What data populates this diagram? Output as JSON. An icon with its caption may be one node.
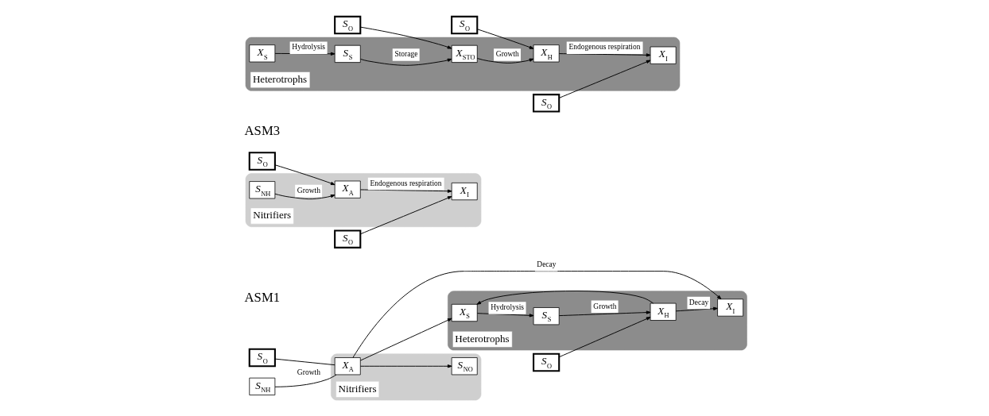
{
  "diagram": {
    "nodes": [
      {
        "text": [
          "Nitrifiers"
        ]
      },
      {
        "text": [
          "S$_{O}$"
        ]
      },
      {
        "text": [
          "S$_{NH}$"
        ]
      },
      {
        "text": [
          "X$_{A}$"
        ],
        "in": 0
      },
      {
        "text": [
          "S$_{NO}$"
        ],
        "in": 0
      },
      {
        "text": [
          "Heterotrophs"
        ]
      },
      {
        "text": [
          "X$_{I}$"
        ],
        "in": 5
      },
      {
        "text": [
          "X$_{S}$"
        ],
        "in": 5
      },
      {
        "text": [
          "S$_{S}$"
        ],
        "in": 5
      },
      {
        "text": [
          "X$_{H}$"
        ],
        "in": 5
      },
      {
        "text": [
          "S$_{O}$"
        ]
      },
      {
        "text": [
          "Nitrifiers"
        ]
      },
      {
        "text": [
          "S$_{O}$"
        ]
      },
      {
        "text": [
          "S$_{O}$"
        ]
      },
      {
        "text": [
          "S$_{NH}$"
        ],
        "in": 11
      },
      {
        "text": [
          "X$_{A}$"
        ],
        "in": 11
      },
      {
        "text": [
          "X$_{I}$"
        ],
        "in": 11
      },
      {
        "text": [
          "Heterotrophs"
        ]
      },
      {
        "text": [
          "S$_{O}$"
        ]
      },
      {
        "text": [
          "S$_{O}$"
        ]
      },
      {
        "text": [
          "S$_{O}$"
        ]
      },
      {
        "text": [
          "X$_{S}$"
        ],
        "in": 17
      },
      {
        "text": [
          "S$_{S}$"
        ],
        "in": 17
      },
      {
        "text": [
          "X$_{STO}$"
        ],
        "in": 17
      },
      {
        "text": [
          "X$_{H}$"
        ],
        "in": 17
      },
      {
        "text": [
          "X$_{I}$"
        ],
        "in": 17
      }
    ],
    "edges": [
      {
        "from": 1,
        "to": 3,
        "arrow": "none"
      },
      {
        "from": 2,
        "to": 3,
        "arrow": "none",
        "label": "Growth"
      },
      {
        "from": 3,
        "to": 4,
        "arrow": "to"
      },
      {
        "from": 3,
        "to": 7,
        "arrow": "to"
      },
      {
        "from": 3,
        "to": 6,
        "arrow": "to",
        "label": "Decay"
      },
      {
        "from": 7,
        "to": 8,
        "arrow": "to",
        "label": "Hydrolysis"
      },
      {
        "from": 8,
        "to": 9,
        "arrow": "to",
        "label": "Growth"
      },
      {
        "from": 10,
        "to": 9,
        "arrow": "to"
      },
      {
        "from": 9,
        "to": 7,
        "arrow": "to"
      },
      {
        "from": 9,
        "to": 6,
        "arrow": "to",
        "label": "Decay"
      },
      {
        "from": 14,
        "to": 15,
        "arrow": "to",
        "label": "Growth"
      },
      {
        "from": 12,
        "to": 15,
        "arrow": "to"
      },
      {
        "from": 15,
        "to": 16,
        "arrow": "to",
        "label": "Endogenous respiration"
      },
      {
        "from": 13,
        "to": 16,
        "arrow": "to"
      },
      {
        "from": 21,
        "to": 22,
        "arrow": "to",
        "label": "Hydrolysis"
      },
      {
        "from": 22,
        "to": 23,
        "arrow": "to",
        "label": "Storage"
      },
      {
        "from": 18,
        "to": 23,
        "arrow": "to"
      },
      {
        "from": 23,
        "to": 24,
        "arrow": "to",
        "label": "Growth"
      },
      {
        "from": 19,
        "to": 24,
        "arrow": "to"
      },
      {
        "from": 24,
        "to": 25,
        "arrow": "to",
        "label": "Endogenous respiration"
      },
      {
        "from": 20,
        "to": 25,
        "arrow": "to"
      }
    ],
    "labels": [
      "ASM1",
      "ASM3"
    ]
  }
}
